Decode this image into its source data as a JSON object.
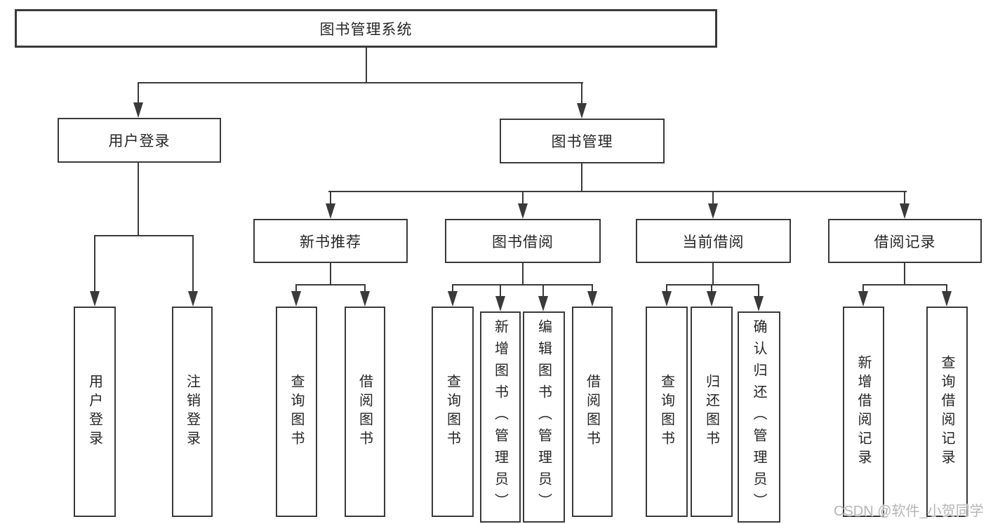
{
  "tree": {
    "root": {
      "label": "图书管理系统"
    },
    "branches": [
      {
        "label": "用户登录",
        "children": [
          {
            "label": "用户登录"
          },
          {
            "label": "注销登录"
          }
        ]
      },
      {
        "label": "图书管理",
        "children": [
          {
            "label": "新书推荐",
            "children": [
              {
                "label": "查询图书"
              },
              {
                "label": "借阅图书"
              }
            ]
          },
          {
            "label": "图书借阅",
            "children": [
              {
                "label": "查询图书"
              },
              {
                "label": "新增图书（管理员）"
              },
              {
                "label": "编辑图书（管理员）"
              },
              {
                "label": "借阅图书"
              }
            ]
          },
          {
            "label": "当前借阅",
            "children": [
              {
                "label": "查询图书"
              },
              {
                "label": "归还图书"
              },
              {
                "label": "确认归还（管理员）"
              }
            ]
          },
          {
            "label": "借阅记录",
            "children": [
              {
                "label": "新增借阅记录"
              },
              {
                "label": "查询借阅记录"
              }
            ]
          }
        ]
      }
    ]
  },
  "watermark": {
    "text": "CSDN @软件_小贺同学"
  },
  "colors": {
    "line": "#3a3a3a",
    "text": "#262626",
    "background": "#ffffff",
    "watermark": "#b5b5b5"
  }
}
